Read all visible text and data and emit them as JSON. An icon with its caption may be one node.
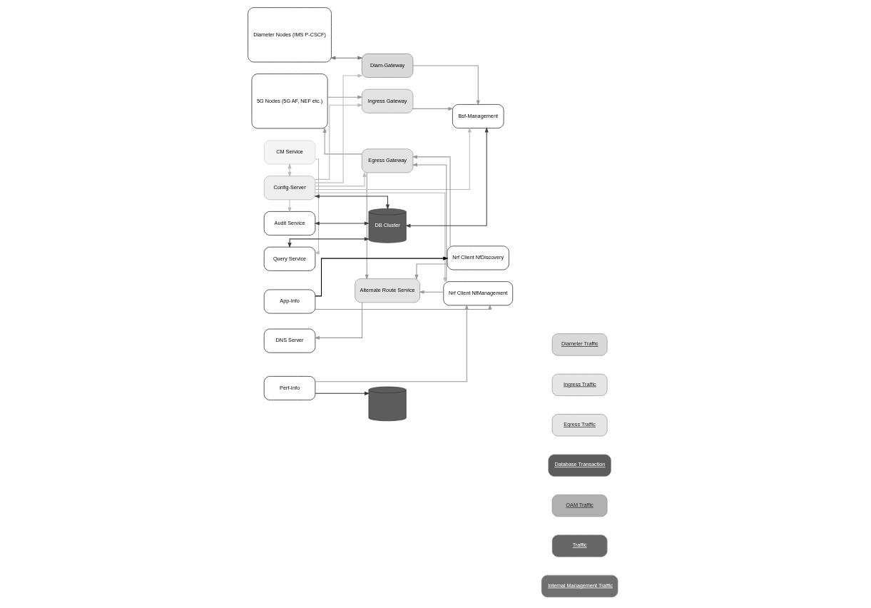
{
  "diagram": {
    "nodes": [
      {
        "text": [
          "Diameter Nodes (IMS P-CSCF)"
        ]
      },
      {
        "text": [
          "Diam-Gateway"
        ]
      },
      {
        "text": [
          "5G Nodes (5G AF, NEF etc.)"
        ]
      },
      {
        "text": [
          "Ingress Gateway"
        ]
      },
      {
        "text": [
          "Egress Gateway"
        ]
      },
      {
        "text": [
          "DNS Server"
        ]
      },
      {
        "text": [
          "Alternate Route Service"
        ]
      },
      {
        "text": [
          "CM Service"
        ]
      },
      {
        "text": [
          "Config-Server"
        ]
      },
      {
        "text": [
          "Bsf-Management"
        ]
      },
      {
        "text": [
          "Query Service"
        ]
      },
      {
        "text": [
          "Nrf Client NfDiscovery"
        ]
      },
      {
        "text": [
          "Audit Service"
        ]
      },
      {
        "text": [
          "Nrf Client NfManagement"
        ]
      },
      {
        "text": [
          "App-Info"
        ]
      },
      {
        "text": [
          "Perf-Info"
        ]
      },
      {
        "text": [],
        "shape": "cylinder"
      },
      {
        "text": [
          "DB Cluster"
        ]
      }
    ],
    "edges": [
      {
        "from": 0,
        "to": 1,
        "arrow": "both",
        "color": "#777777"
      },
      {
        "from": 1,
        "to": 9,
        "arrow": "to"
      },
      {
        "from": 2,
        "to": 3,
        "arrow": "to"
      },
      {
        "from": 3,
        "to": 9,
        "arrow": "to"
      },
      {
        "from": 8,
        "to": 1,
        "arrow": "to",
        "color": "#bbbbbb"
      },
      {
        "from": 8,
        "to": 3,
        "arrow": "to",
        "color": "#bbbbbb"
      },
      {
        "from": 8,
        "to": 4,
        "arrow": "to",
        "color": "#bbbbbb"
      },
      {
        "from": 8,
        "to": 9,
        "arrow": "to",
        "color": "#bbbbbb"
      },
      {
        "from": 8,
        "to": 13,
        "arrow": "to",
        "color": "#bbbbbb"
      },
      {
        "from": 8,
        "to": 12,
        "arrow": "to",
        "color": "#bbbbbb"
      },
      {
        "from": 7,
        "to": 8,
        "arrow": "both",
        "color": "#bbbbbb"
      },
      {
        "from": 7,
        "to": 10,
        "arrow": "to",
        "color": "#bbbbbb"
      },
      {
        "from": 17,
        "to": 8,
        "arrow": "both",
        "color": "#404040"
      },
      {
        "from": 17,
        "to": 9,
        "arrow": "both",
        "color": "#404040"
      },
      {
        "from": 17,
        "to": 10,
        "arrow": "both",
        "color": "#404040"
      },
      {
        "from": 17,
        "to": 12,
        "arrow": "both",
        "color": "#404040"
      },
      {
        "from": 11,
        "to": 4,
        "arrow": "to"
      },
      {
        "from": 11,
        "to": 6,
        "arrow": "to"
      },
      {
        "from": 13,
        "to": 4,
        "arrow": "to"
      },
      {
        "from": 13,
        "to": 6,
        "arrow": "to"
      },
      {
        "from": 4,
        "to": 2,
        "arrow": "to"
      },
      {
        "from": 4,
        "to": 6,
        "arrow": "to"
      },
      {
        "from": 6,
        "to": 5,
        "arrow": "to"
      },
      {
        "from": 14,
        "to": 11,
        "arrow": "to",
        "color": "#000000"
      },
      {
        "from": 14,
        "to": 13,
        "arrow": "to"
      },
      {
        "from": 15,
        "to": 13,
        "arrow": "to"
      },
      {
        "from": 15,
        "to": 16,
        "arrow": "to",
        "color": "#333333"
      }
    ],
    "legend": [
      {
        "text": "Diameter Traffic",
        "color": "#d9d9d9"
      },
      {
        "text": "Ingress Traffic",
        "color": "#e6e6e6"
      },
      {
        "text": "Egress Traffic",
        "color": "#e6e6e6"
      },
      {
        "text": "Database Transaction",
        "color": "#5c5c5c"
      },
      {
        "text": "OAM Traffic",
        "color": "#b0b0b0"
      },
      {
        "text": "Traffic",
        "color": "#666666"
      },
      {
        "text": "Internal Management Traffic",
        "color": "#707070"
      }
    ]
  }
}
